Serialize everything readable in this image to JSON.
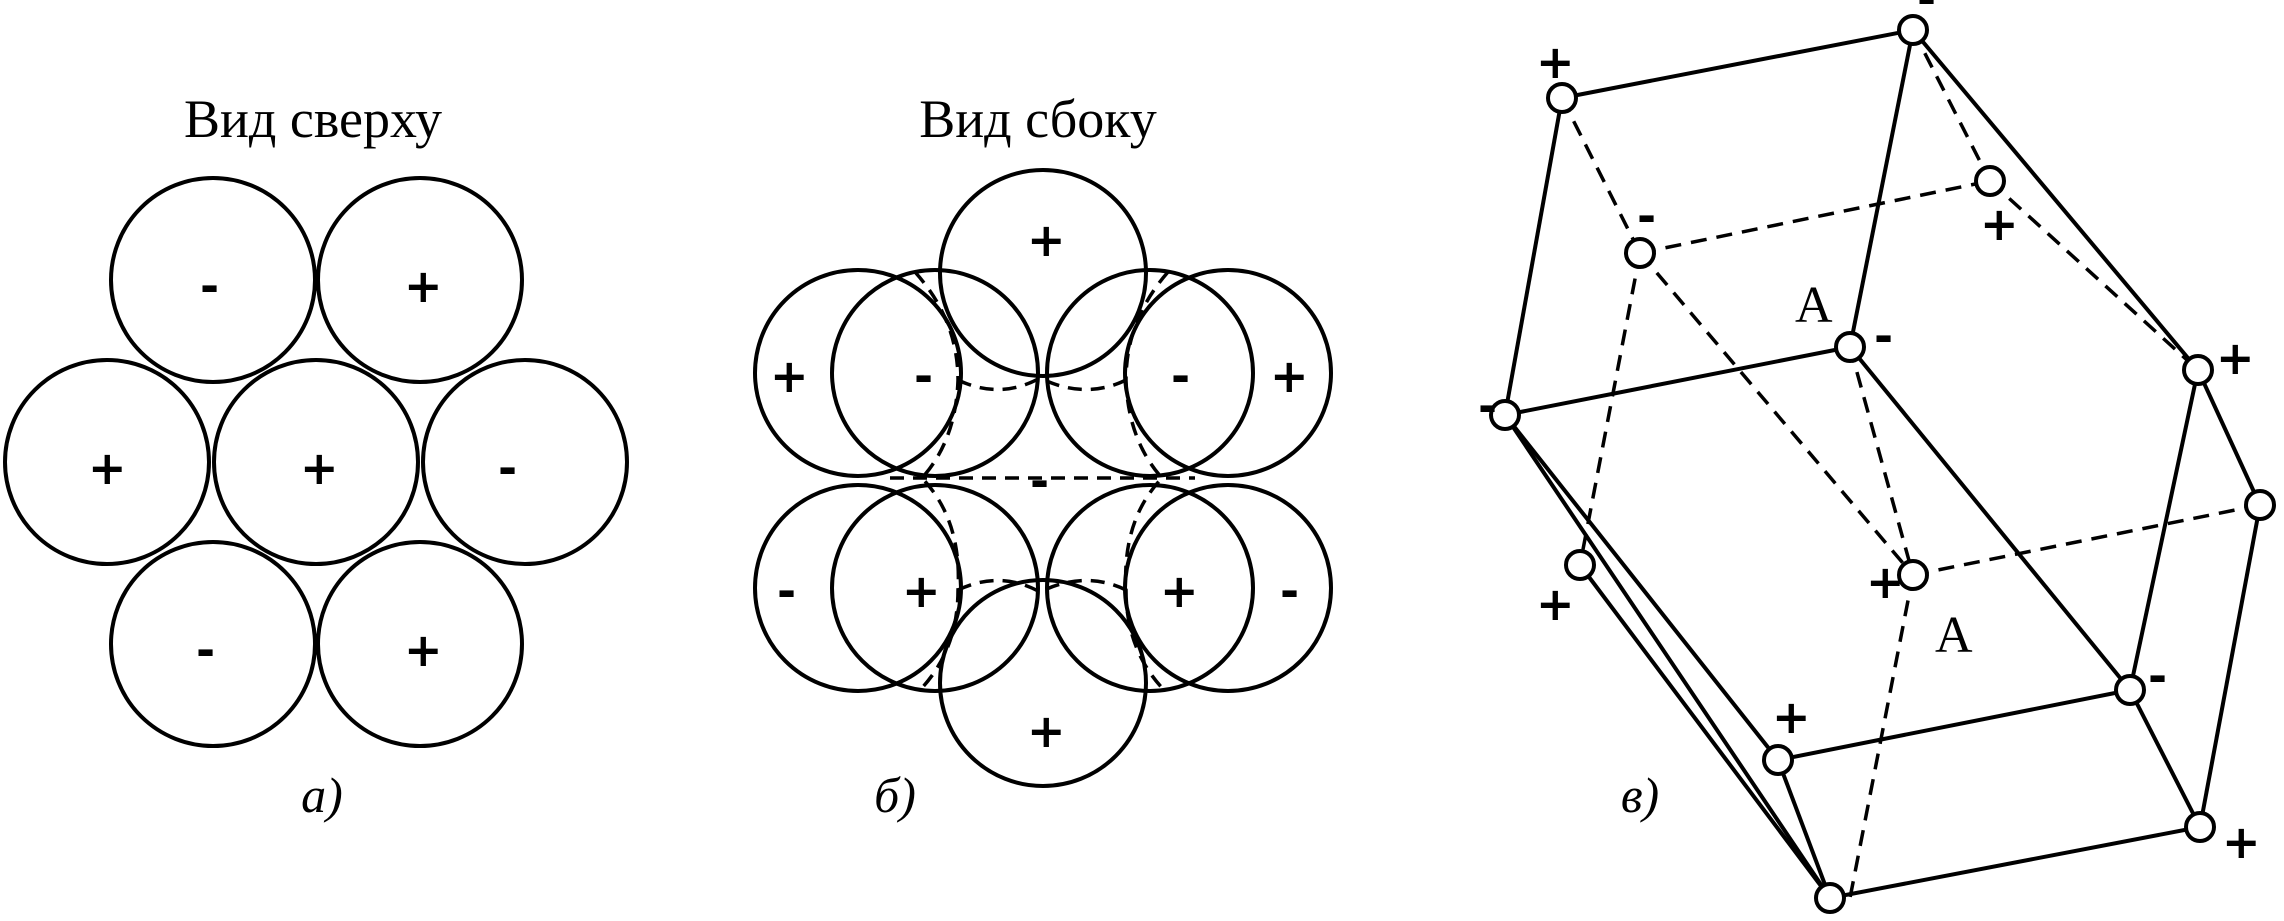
{
  "panel_a": {
    "title": "Вид сверху",
    "caption": "а)",
    "signs": [
      "-",
      "+",
      "+",
      "+",
      "-",
      "-",
      "+"
    ]
  },
  "panel_b": {
    "title": "Вид сбоку",
    "caption": "б)",
    "signs": [
      "+",
      "+",
      "-",
      "-",
      "+",
      "-",
      "-",
      "+",
      "+",
      "-",
      "+"
    ]
  },
  "panel_c": {
    "caption": "в)",
    "label_a_top": "A",
    "label_a_bottom": "A",
    "signs": [
      "+",
      "-",
      "-",
      "+",
      "-",
      "+",
      "+",
      "-",
      "+",
      "+",
      "-",
      "+"
    ]
  },
  "colors": {
    "ink": "#000000",
    "paper": "#ffffff"
  }
}
